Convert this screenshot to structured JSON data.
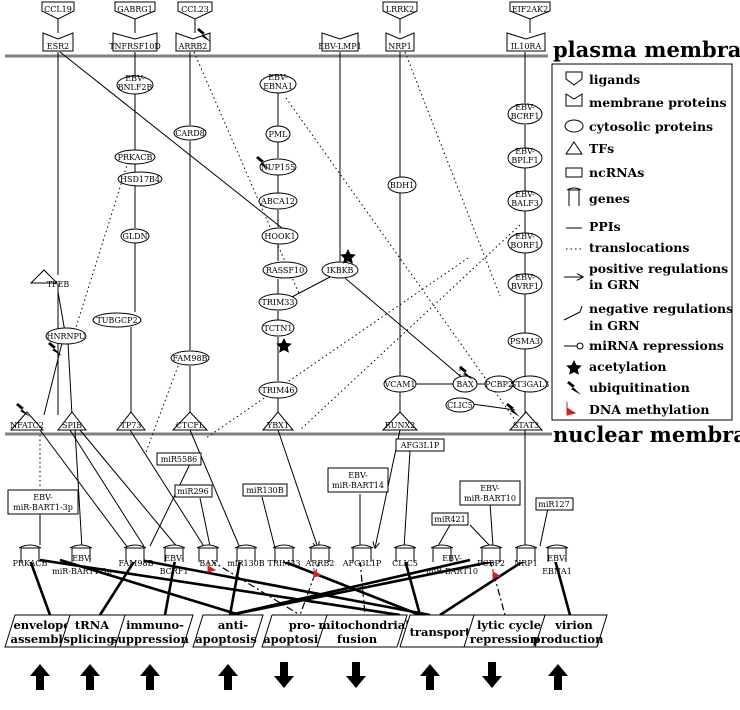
{
  "membranes": {
    "plasma": "plasma membrane",
    "nuclear": "nuclear membrane"
  },
  "legend": [
    {
      "icon": "ligand",
      "label": "ligands"
    },
    {
      "icon": "membrane-protein",
      "label": "membrane proteins"
    },
    {
      "icon": "cytosolic",
      "label": "cytosolic proteins"
    },
    {
      "icon": "tf",
      "label": "TFs"
    },
    {
      "icon": "ncrna",
      "label": "ncRNAs"
    },
    {
      "icon": "gene",
      "label": "genes"
    },
    {
      "icon": "ppi",
      "label": "PPIs"
    },
    {
      "icon": "translocation",
      "label": "translocations"
    },
    {
      "icon": "positive",
      "label": "positive regulations"
    },
    {
      "icon": "positive-cont",
      "label": "in GRN"
    },
    {
      "icon": "negative",
      "label": "negative regulations"
    },
    {
      "icon": "negative-cont",
      "label": "in GRN"
    },
    {
      "icon": "mirna",
      "label": "miRNA repressions"
    },
    {
      "icon": "acetylation",
      "label": "acetylation"
    },
    {
      "icon": "ubiquitination",
      "label": "ubiquitination"
    },
    {
      "icon": "methylation",
      "label": "DNA methylation"
    }
  ],
  "ligands": [
    "CCL19",
    "GABRG1",
    "CCL23",
    "LRRK2",
    "EIF2AK2"
  ],
  "membrane_proteins": [
    "ESR2",
    "TNFRSF10D",
    "ARRB2",
    "EBV-LMP1",
    "NRP1",
    "IL10RA"
  ],
  "cytosolic": {
    "bnlf2b": [
      "EBV-",
      "BNLF2B"
    ],
    "prkacb": "PRKACB",
    "hsd17b4": "HSD17B4",
    "gldn": "GLDN",
    "tubgcp2": "TUBGCP2",
    "card8": "CARD8",
    "fam98b": "FAM98B",
    "ebna1": [
      "EBV-",
      "EBNA1"
    ],
    "pml": "PML",
    "nup155": "NUP155",
    "abca12": "ABCA12",
    "hook1": "HOOK1",
    "rassf10": "RASSF10",
    "trim33": "TRIM33",
    "tctn1": "TCTN1",
    "trim46": "TRIM46",
    "ikbkb": "IKBKB",
    "bdh1": "BDH1",
    "vcam1": "VCAM1",
    "bax": "BAX",
    "pcbp2": "PCBP2",
    "st3gal3": "ST3GAL3",
    "clic5": "CLIC5",
    "bcrf1": [
      "EBV-",
      "BCRF1"
    ],
    "bplf1": [
      "EBV-",
      "BPLF1"
    ],
    "balf3": [
      "EBV-",
      "BALF3"
    ],
    "borf1": [
      "EBV-",
      "BORF1"
    ],
    "bvrf1": [
      "EBV-",
      "BVRF1"
    ],
    "psma3": "PSMA3"
  },
  "tfs": [
    "NFATC2",
    "SPIB",
    "TP73",
    "CTCFL",
    "YBX1",
    "RUNX2",
    "STAT3"
  ],
  "ncrnas": {
    "mir5586": "miR5586",
    "mir296": "miR296",
    "mir130b": "miR130B",
    "bart14": [
      "EBV-",
      "miR-BART14"
    ],
    "afg3l1p": "AFG3L1P",
    "bart10": [
      "EBV-",
      "miR-BART10"
    ],
    "mir421": "miR421",
    "mir127": "miR127",
    "bart1": [
      "EBV-",
      "miR-BART1-3p"
    ]
  },
  "genes": {
    "prkacb": "PRKACB",
    "bart1": [
      "EBV-",
      "miR-BART1-3p"
    ],
    "fam98b": "FAM98B",
    "bcrf1": [
      "EBV-",
      "BCRF1"
    ],
    "bax": "BAX",
    "mir130b": "miR130B",
    "trim33": "TRIM33",
    "arrb2": "ARRB2",
    "afg3l1p": "AFG3L1P",
    "clic5": "CLIC5",
    "bart10": [
      "EBV-",
      "miR-BART10"
    ],
    "pcbp2": "PCBP2",
    "nrp1": "NRP1",
    "ebna1": [
      "EBV-",
      "EBNA1"
    ]
  },
  "functions": [
    {
      "label": [
        "envelope",
        "assembly"
      ],
      "direction": "up"
    },
    {
      "label": [
        "tRNA",
        "splicing"
      ],
      "direction": "up"
    },
    {
      "label": [
        "immuno-",
        "suppression"
      ],
      "direction": "up"
    },
    {
      "label": [
        "anti-",
        "apoptosis"
      ],
      "direction": "up"
    },
    {
      "label": [
        "pro-",
        "apoptosis"
      ],
      "direction": "down"
    },
    {
      "label": [
        "mitochondrial",
        "fusion"
      ],
      "direction": "down"
    },
    {
      "label": [
        "transport"
      ],
      "direction": "up"
    },
    {
      "label": [
        "lytic cycle",
        "repression"
      ],
      "direction": "down"
    },
    {
      "label": [
        "virion",
        "production"
      ],
      "direction": "up"
    }
  ],
  "colors": {
    "membrane": "#808080",
    "ink": "#000000",
    "methylation": "#cc2222"
  }
}
